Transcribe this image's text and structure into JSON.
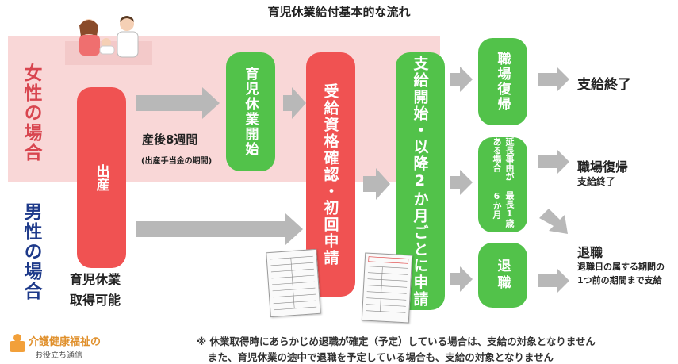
{
  "title": "育児休業給付基本的な流れ",
  "labels": {
    "female": "女性の場合",
    "male": "男性の場合"
  },
  "boxes": {
    "birth": "出産",
    "leave_start": "育児休業開始",
    "confirm": "受給資格確認・初回申請",
    "payment_start": "支給開始・以降2か月ごとに申請",
    "return_work": "職場復帰",
    "extension_col1": "延長事由がある場合",
    "extension_col2": "最長1歳6か月",
    "retire": "退職"
  },
  "texts": {
    "after_birth_8w": "産後8週間",
    "after_birth_8w_sub": "(出産手当金の期間)",
    "male_leave_line1": "育児休業",
    "male_leave_line2": "取得可能",
    "end_payment": "支給終了",
    "return_work_label": "職場復帰",
    "return_work_sub": "支給終了",
    "retire_label": "退職",
    "retire_sub_line1": "退職日の属する期間の",
    "retire_sub_line2": "1つ前の期間まで支給"
  },
  "notes": {
    "note1": "※ 休業取得時にあらかじめ退職が確定（予定）している場合は、支給の対象となりません",
    "note2": "また、育児休業の途中で退職を予定している場合も、支給の対象となりません"
  },
  "logo": {
    "main": "介護健康福祉の",
    "sub": "お役立ち通信"
  },
  "colors": {
    "red": "#f05252",
    "green": "#52c24a",
    "pink_band": "#f9d7d7",
    "arrow_gray": "#b8b8b8",
    "female_label": "#d8454f",
    "male_label": "#1e3a8a"
  }
}
